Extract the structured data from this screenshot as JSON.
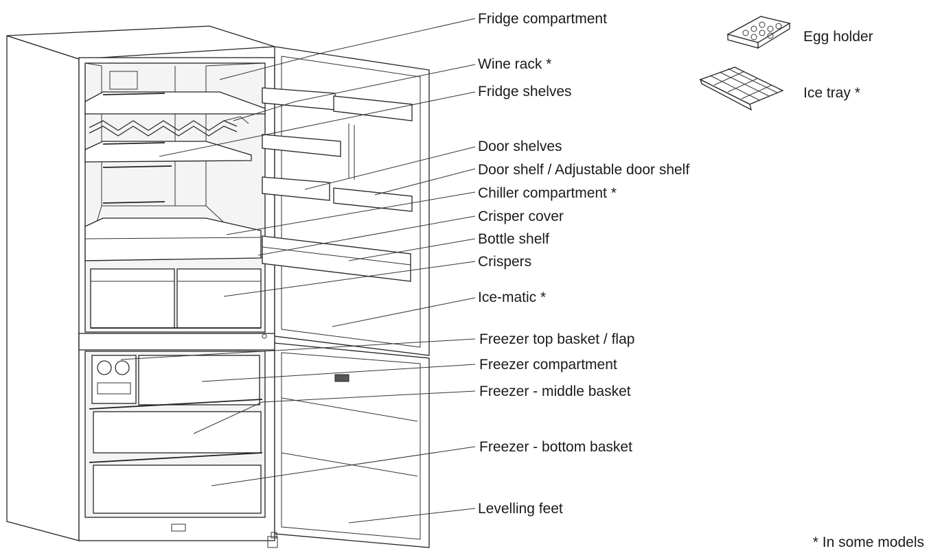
{
  "labels": [
    {
      "id": "fridge-compartment",
      "text": "Fridge compartment"
    },
    {
      "id": "wine-rack",
      "text": "Wine rack *"
    },
    {
      "id": "fridge-shelves",
      "text": "Fridge shelves"
    },
    {
      "id": "door-shelves",
      "text": "Door shelves"
    },
    {
      "id": "adjustable-door-shelf",
      "text": "Door shelf / Adjustable door shelf"
    },
    {
      "id": "chiller-compartment",
      "text": "Chiller compartment *"
    },
    {
      "id": "crisper-cover",
      "text": "Crisper cover"
    },
    {
      "id": "bottle-shelf",
      "text": "Bottle shelf"
    },
    {
      "id": "crispers",
      "text": "Crispers"
    },
    {
      "id": "ice-matic",
      "text": "Ice-matic *"
    },
    {
      "id": "freezer-top-basket",
      "text": "Freezer top basket / flap"
    },
    {
      "id": "freezer-compartment",
      "text": "Freezer compartment"
    },
    {
      "id": "freezer-middle-basket",
      "text": "Freezer - middle basket"
    },
    {
      "id": "freezer-bottom-basket",
      "text": "Freezer - bottom basket"
    },
    {
      "id": "levelling-feet",
      "text": "Levelling feet"
    }
  ],
  "accessories": [
    {
      "id": "egg-holder",
      "text": "Egg holder"
    },
    {
      "id": "ice-tray",
      "text": "Ice tray *"
    }
  ],
  "footnote": "* In some models"
}
